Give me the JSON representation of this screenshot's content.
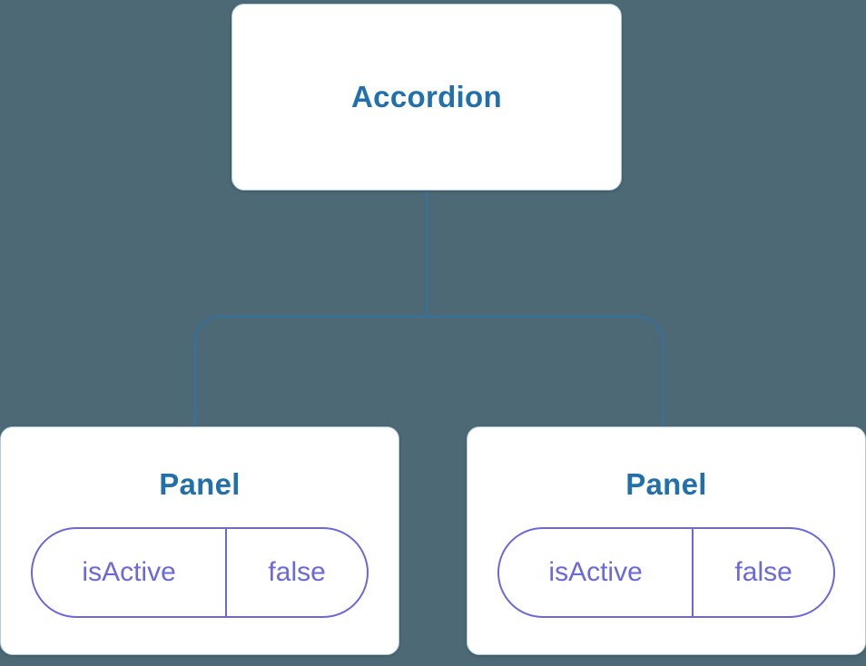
{
  "theme": {
    "background": "#4c6975",
    "node_bg": "#ffffff",
    "node_border": "#aecde0",
    "title_color": "#2270ab",
    "line_color": "#33719f",
    "pill_color": "#6968dc"
  },
  "tree": {
    "root": {
      "label": "Accordion"
    },
    "children": [
      {
        "label": "Panel",
        "prop": {
          "name": "isActive",
          "value": "false"
        }
      },
      {
        "label": "Panel",
        "prop": {
          "name": "isActive",
          "value": "false"
        }
      }
    ]
  }
}
